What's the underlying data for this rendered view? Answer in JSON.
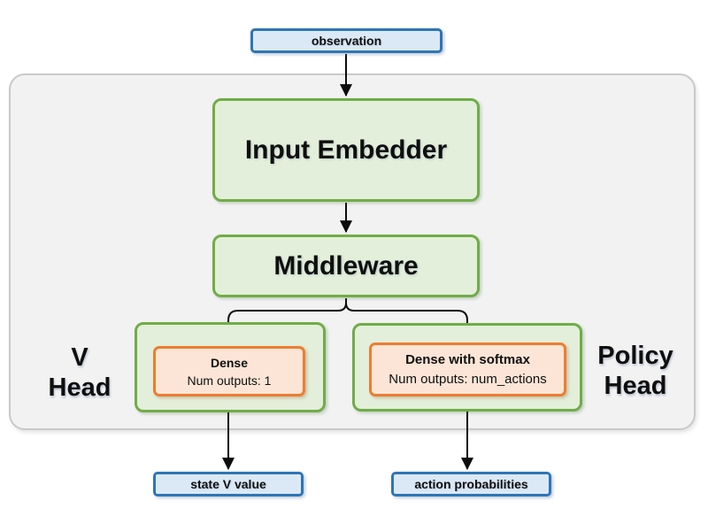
{
  "diagram": {
    "observation": {
      "label": "observation"
    },
    "input_embedder": {
      "label": "Input Embedder"
    },
    "middleware": {
      "label": "Middleware"
    },
    "v_head": {
      "label_line1": "V",
      "label_line2": "Head",
      "dense_title": "Dense",
      "dense_subtitle": "Num outputs: 1"
    },
    "policy_head": {
      "label_line1": "Policy",
      "label_line2": "Head",
      "dense_title": "Dense with softmax",
      "dense_subtitle": "Num outputs: num_actions"
    },
    "outputs": {
      "state_v_value": "state V value",
      "action_probabilities": "action probabilities"
    },
    "colors": {
      "io_fill": "#dbe9f6",
      "io_border": "#2e75b6",
      "block_fill": "#e3efda",
      "block_border": "#70ad47",
      "dense_fill": "#fce5d6",
      "dense_border": "#ed7d31",
      "container_fill": "#f2f2f2",
      "container_border": "#c9c9c9",
      "arrow": "#0d0d0d",
      "text": "#0f0f0f"
    }
  }
}
